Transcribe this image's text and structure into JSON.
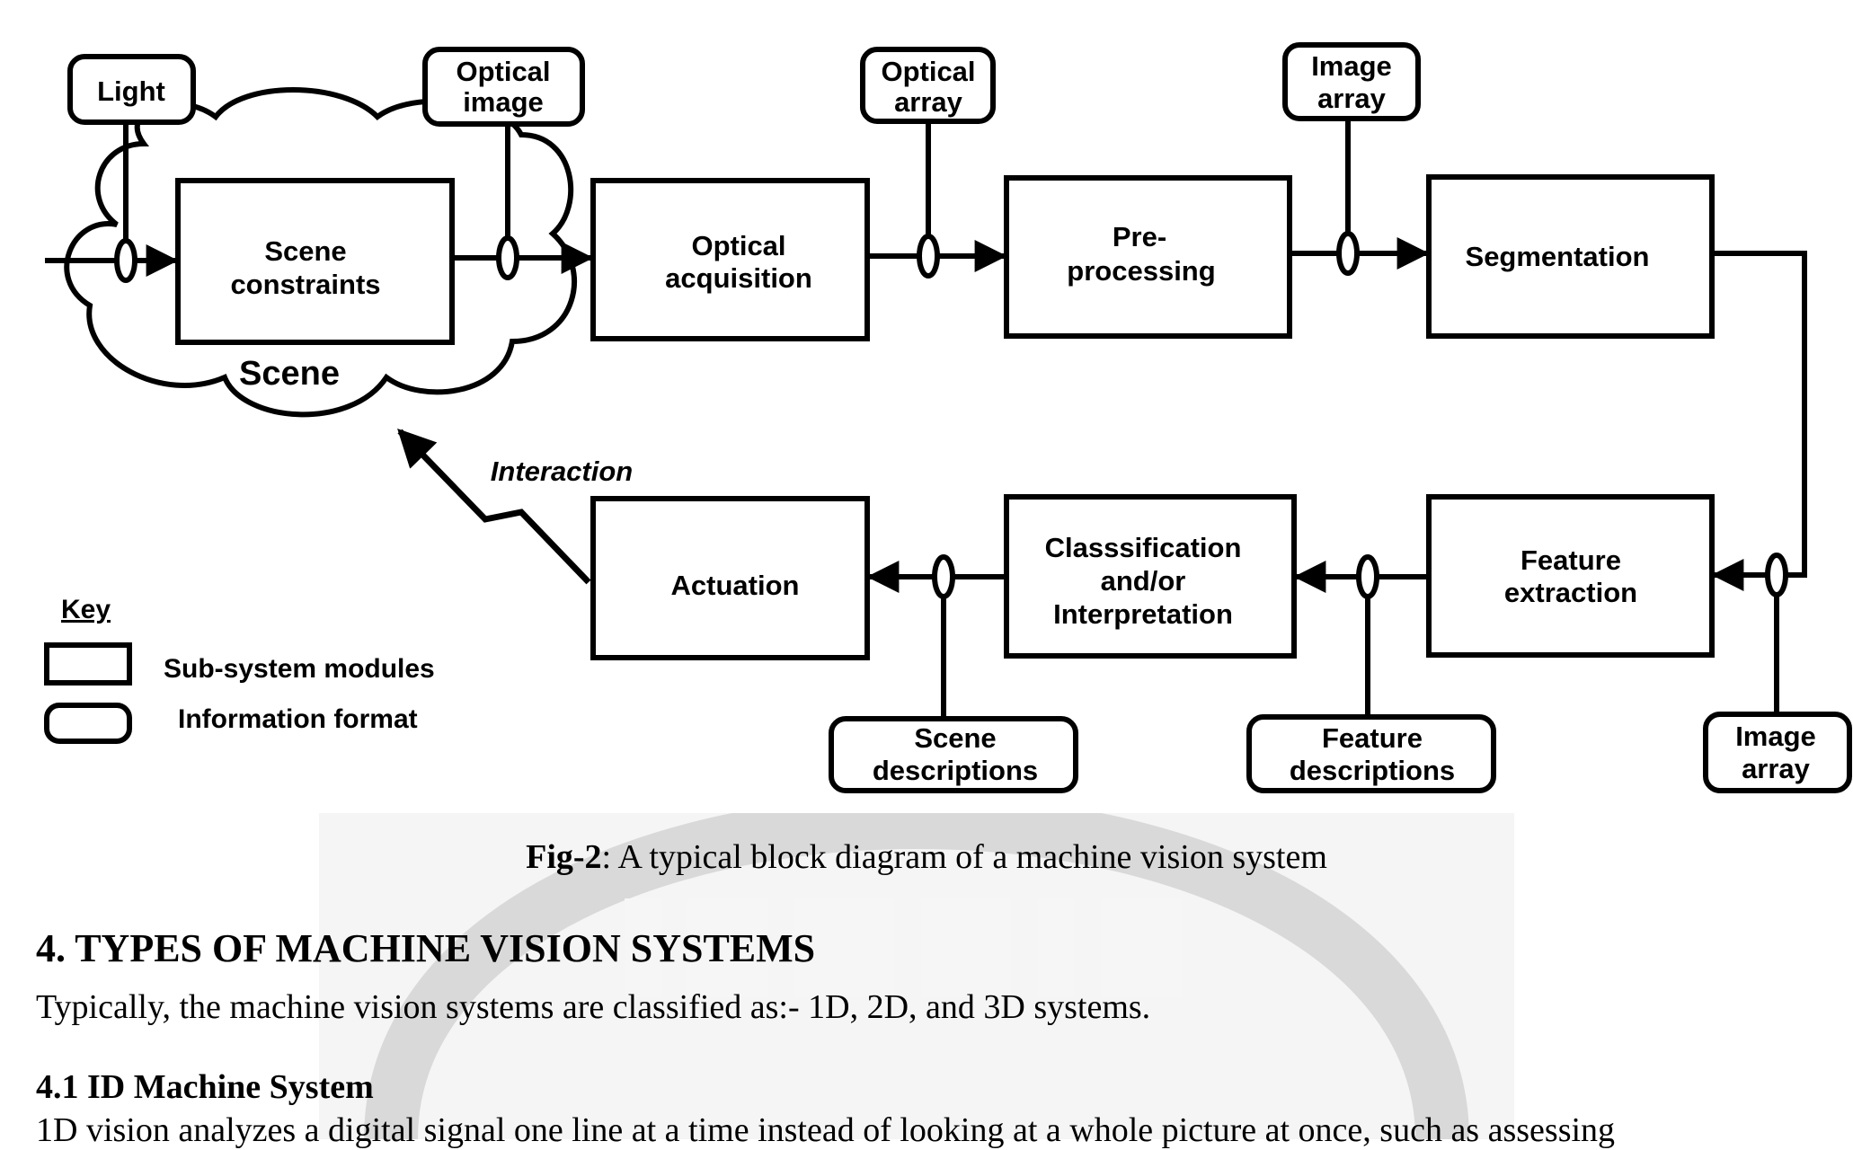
{
  "figure": {
    "labels": {
      "light": "Light",
      "optical_image_1": "Optical",
      "optical_image_2": "image",
      "optical_array_1": "Optical",
      "optical_array_2": "array",
      "image_array_top_1": "Image",
      "image_array_top_2": "array",
      "scene_constraints_1": "Scene",
      "scene_constraints_2": "constraints",
      "scene": "Scene",
      "optical_acquisition_1": "Optical",
      "optical_acquisition_2": "acquisition",
      "preprocessing_1": "Pre-",
      "preprocessing_2": "processing",
      "segmentation": "Segmentation",
      "interaction": "Interaction",
      "actuation": "Actuation",
      "classification_1": "Classsification",
      "classification_2": "and/or",
      "classification_3": "Interpretation",
      "feature_extraction_1": "Feature",
      "feature_extraction_2": "extraction",
      "scene_descriptions_1": "Scene",
      "scene_descriptions_2": "descriptions",
      "feature_descriptions_1": "Feature",
      "feature_descriptions_2": "descriptions",
      "image_array_bottom_1": "Image",
      "image_array_bottom_2": "array",
      "key_title": "Key",
      "key_modules": "Sub-system modules",
      "key_format": "Information format"
    }
  },
  "caption": {
    "prefix": "Fig-2",
    "text": ": A typical block diagram of a machine vision system"
  },
  "section": {
    "heading": "4. TYPES OF MACHINE VISION SYSTEMS",
    "paragraph": "Typically, the machine vision systems are classified as:- 1D, 2D, and 3D systems."
  },
  "subsection": {
    "heading": "4.1 ID Machine System",
    "paragraph": "1D vision analyzes a digital signal one line at a time instead of looking at a whole picture at once, such as assessing"
  }
}
